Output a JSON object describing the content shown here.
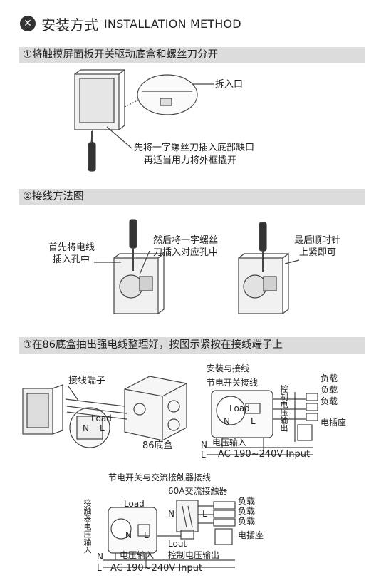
{
  "header": {
    "icon": "close-circle-icon",
    "title_cn": "安装方式",
    "title_en": "INSTALLATION METHOD"
  },
  "section1": {
    "heading": "①将触摸屏面板开关驱动底盒和螺丝刀分开",
    "label_opening": "拆入口",
    "label_step_line1": "先将一字螺丝刀插入底部缺口",
    "label_step_line2": "再适当用力将外框撬开"
  },
  "section2": {
    "heading": "②接线方法图",
    "label_first_line1": "首先将电线",
    "label_first_line2": "插入孔中",
    "label_then_line1": "然后将一字螺丝",
    "label_then_line2": "刀插入对应孔中",
    "label_last_line1": "最后顺时针",
    "label_last_line2": "上紧即可"
  },
  "section3": {
    "heading": "③在86底盒抽出强电线整理好，按图示紧按在接线端子上",
    "label_terminal": "接线端子",
    "label_box": "86底盒",
    "label_load_small": "Load",
    "label_n_small": "N",
    "label_l_small": "L",
    "wiring": {
      "title": "安装与接线",
      "switch_label": "节电开关接线",
      "ctrl_output_vertical": "控制电压输出",
      "load_labels": [
        "负载",
        "负载",
        "负载"
      ],
      "socket_label": "电插座",
      "load_inside": "Load",
      "n_inside": "N",
      "l_inside": "L",
      "n_line_label": "N",
      "l_line_label": "L",
      "voltage_input": "电压输入",
      "ac_input": "AC 190~240V Input"
    },
    "contactor": {
      "title": "节电开关与交流接触器接线",
      "contactor_label": "60A交流接触器",
      "contact_voltage_vertical": "接触器电压输入",
      "load_labels": [
        "负载",
        "负载",
        "负载"
      ],
      "socket_label": "电插座",
      "load_inside": "Load",
      "n_inside": "N",
      "l_inside": "L",
      "lout": "Lout",
      "n_left": "N",
      "l_left": "L",
      "n_contactor": "N",
      "l_contactor": "L",
      "voltage_input": "电压输入",
      "ctrl_output": "控制电压输出",
      "ac_input": "AC 190~240V Input"
    }
  }
}
